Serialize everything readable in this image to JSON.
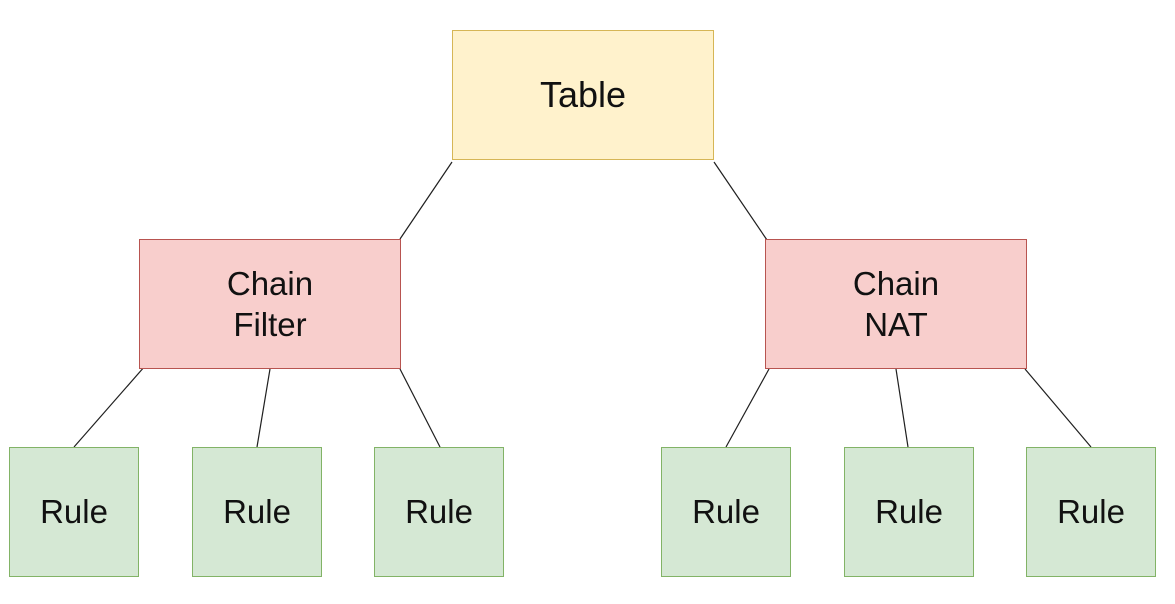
{
  "diagram": {
    "root": {
      "label": "Table",
      "fill": "#fff2cc",
      "stroke": "#d6b656"
    },
    "chains": [
      {
        "line1": "Chain",
        "line2": "Filter",
        "fill": "#f8cecc",
        "stroke": "#b85450",
        "rules": [
          "Rule",
          "Rule",
          "Rule"
        ]
      },
      {
        "line1": "Chain",
        "line2": "NAT",
        "fill": "#f8cecc",
        "stroke": "#b85450",
        "rules": [
          "Rule",
          "Rule",
          "Rule"
        ]
      }
    ],
    "rule_fill": "#d5e8d4",
    "rule_stroke": "#82b366",
    "connector_color": "#1f1f1f"
  }
}
